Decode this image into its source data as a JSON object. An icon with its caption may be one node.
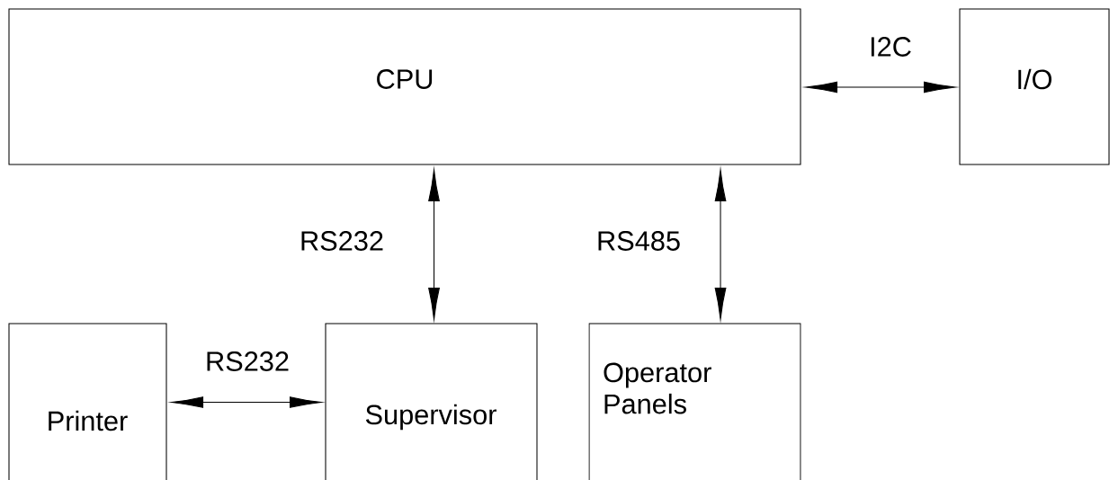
{
  "diagram": {
    "nodes": [
      {
        "text": [
          "CPU"
        ]
      },
      {
        "text": [
          "I/O"
        ]
      },
      {
        "text": [
          "Printer"
        ]
      },
      {
        "text": [
          "Supervisor"
        ]
      },
      {
        "text": [
          "Operator Panels"
        ]
      }
    ],
    "edges": [
      {
        "from": 0,
        "to": 1,
        "arrow": "both",
        "label": "I2C"
      },
      {
        "from": 0,
        "to": 3,
        "arrow": "both",
        "label": "RS232"
      },
      {
        "from": 0,
        "to": 4,
        "arrow": "both",
        "label": "RS485"
      },
      {
        "from": 2,
        "to": 3,
        "arrow": "both",
        "label": "RS232"
      }
    ]
  }
}
